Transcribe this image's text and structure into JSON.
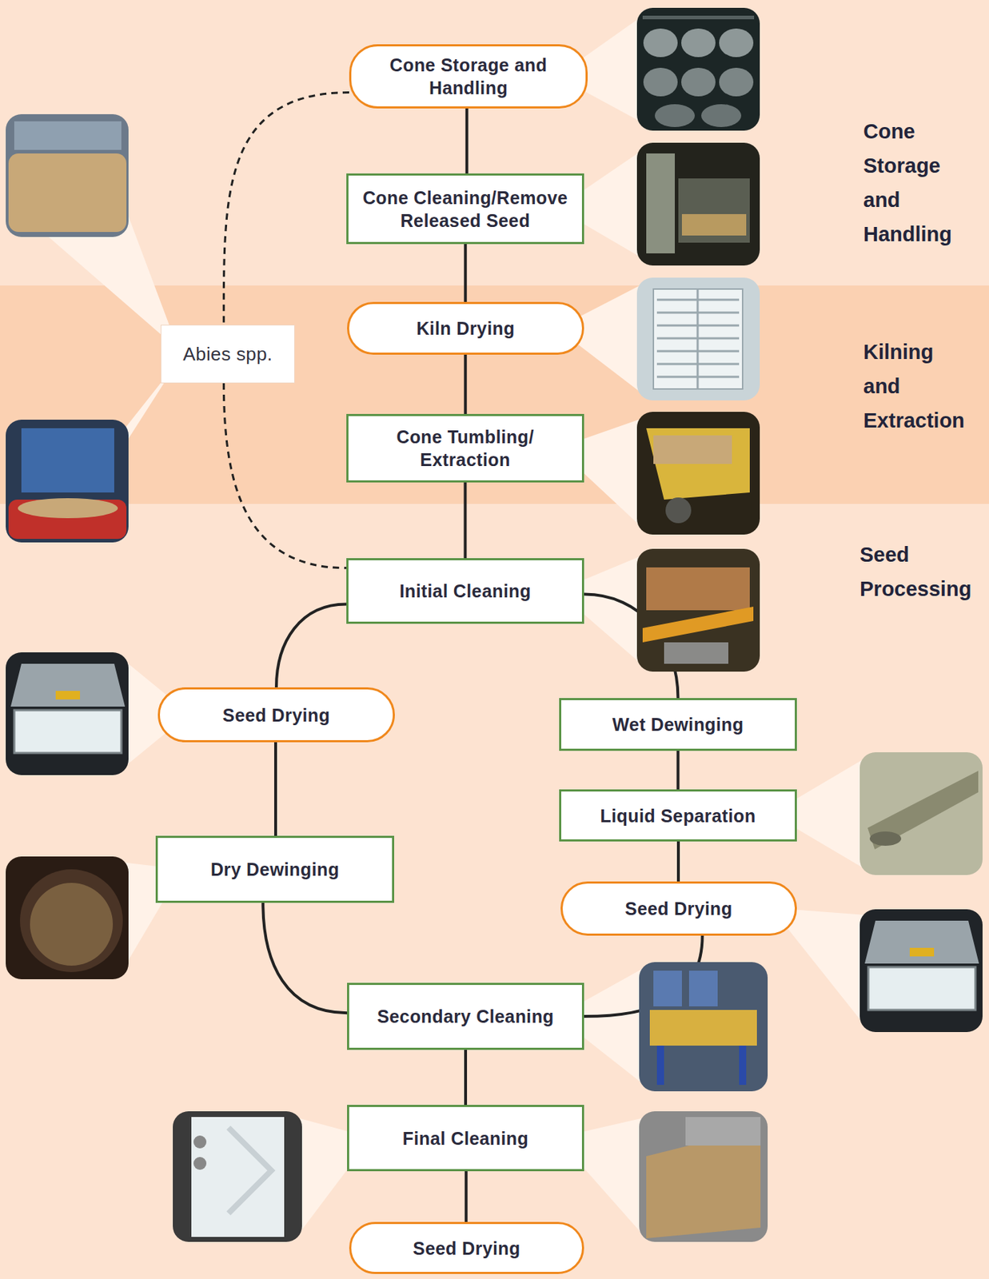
{
  "diagram": {
    "nodes": [
      {
        "text": [
          "Cone Storage and Handling"
        ]
      },
      {
        "text": [
          "Cone Storage and Handling"
        ],
        "in": 0
      },
      {
        "text": [
          "Cone Cleaning/Remove Released Seed"
        ],
        "in": 0
      },
      {
        "text": [
          "Kilning and Extraction"
        ]
      },
      {
        "text": [
          "Kiln Drying"
        ],
        "in": 3
      },
      {
        "text": [
          "Abies spp."
        ],
        "in": 3
      },
      {
        "text": [
          "Cone Tumbling/ Extraction"
        ],
        "in": 3
      },
      {
        "text": [
          "Seed Processing"
        ]
      },
      {
        "text": [
          "Initial Cleaning"
        ],
        "in": 7
      },
      {
        "text": [
          "Seed Drying"
        ],
        "in": 7
      },
      {
        "text": [
          "Wet Dewinging"
        ],
        "in": 7
      },
      {
        "text": [
          "Liquid Separation"
        ],
        "in": 7
      },
      {
        "text": [
          "Dry Dewinging"
        ],
        "in": 7
      },
      {
        "text": [
          "Seed Drying"
        ],
        "in": 7
      },
      {
        "text": [
          "Secondary Cleaning"
        ],
        "in": 7
      },
      {
        "text": [
          "Final Cleaning"
        ],
        "in": 7
      },
      {
        "text": [
          "Seed Drying"
        ],
        "in": 7
      }
    ],
    "edges": [
      {
        "from": 1,
        "to": 2,
        "arrow": "none"
      },
      {
        "from": 2,
        "to": 4,
        "arrow": "none"
      },
      {
        "from": 4,
        "to": 6,
        "arrow": "none"
      },
      {
        "from": 6,
        "to": 8,
        "arrow": "none"
      },
      {
        "from": 1,
        "to": 5,
        "arrow": "none"
      },
      {
        "from": 5,
        "to": 8,
        "arrow": "none"
      },
      {
        "from": 8,
        "to": 9,
        "arrow": "none"
      },
      {
        "from": 8,
        "to": 10,
        "arrow": "none"
      },
      {
        "from": 10,
        "to": 11,
        "arrow": "none"
      },
      {
        "from": 11,
        "to": 13,
        "arrow": "none"
      },
      {
        "from": 9,
        "to": 12,
        "arrow": "none"
      },
      {
        "from": 12,
        "to": 14,
        "arrow": "none"
      },
      {
        "from": 13,
        "to": 14,
        "arrow": "none"
      },
      {
        "from": 14,
        "to": 15,
        "arrow": "none"
      },
      {
        "from": 15,
        "to": 16,
        "arrow": "none"
      }
    ]
  }
}
